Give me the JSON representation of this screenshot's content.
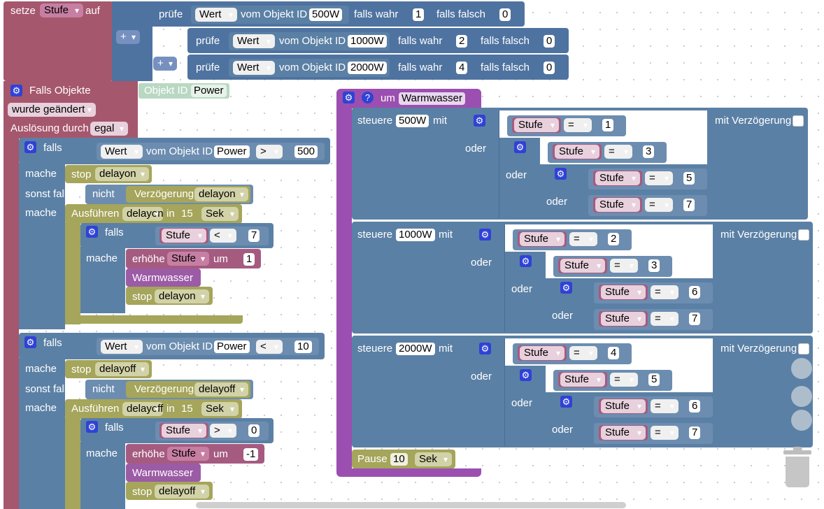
{
  "setze": {
    "label": "setze",
    "var": "Stufe",
    "auf": "auf"
  },
  "pruefe_rows": [
    {
      "pruefe": "prüfe",
      "wert": "Wert",
      "vom": "vom Objekt ID",
      "id": "500W",
      "wahr": "falls wahr",
      "wahr_val": "1",
      "falsch": "falls falsch",
      "falsch_val": "0"
    },
    {
      "pruefe": "prüfe",
      "wert": "Wert",
      "vom": "vom Objekt ID",
      "id": "1000W",
      "wahr": "falls wahr",
      "wahr_val": "2",
      "falsch": "falls falsch",
      "falsch_val": "0"
    },
    {
      "pruefe": "prüfe",
      "wert": "Wert",
      "vom": "vom Objekt ID",
      "id": "2000W",
      "wahr": "falls wahr",
      "wahr_val": "4",
      "falsch": "falls falsch",
      "falsch_val": "0"
    }
  ],
  "plus": "+",
  "trigger": {
    "title": "Falls Objekte",
    "changed": "wurde geändert",
    "ausloesung": "Auslösung durch",
    "egal": "egal",
    "objid": "Objekt ID",
    "power": "Power"
  },
  "group_on": {
    "falls": "falls",
    "wert": "Wert",
    "vom": "vom Objekt ID",
    "id": "Power",
    "op": ">",
    "val": "500",
    "mache": "mache",
    "stop": "stop",
    "stop_var": "delayon",
    "sonst": "sonst falls",
    "nicht": "nicht",
    "verz": "Verzögerung",
    "verz_var": "delayon",
    "mache2": "mache",
    "ausf": "Ausführen",
    "ausf_var": "delayon",
    "in": "in",
    "sec": "15",
    "sek": "Sek",
    "inner_falls": "falls",
    "stufe": "Stufe",
    "op2": "<",
    "val2": "7",
    "mache3": "mache",
    "erhoehe": "erhöhe",
    "erh_var": "Stufe",
    "um": "um",
    "step": "1",
    "func": "Warmwasser",
    "stop2": "stop",
    "stop2_var": "delayon"
  },
  "group_off": {
    "falls": "falls",
    "wert": "Wert",
    "vom": "vom Objekt ID",
    "id": "Power",
    "op": "<",
    "val": "10",
    "mache": "mache",
    "stop": "stop",
    "stop_var": "delayoff",
    "sonst": "sonst falls",
    "nicht": "nicht",
    "verz": "Verzögerung",
    "verz_var": "delayoff",
    "mache2": "mache",
    "ausf": "Ausführen",
    "ausf_var": "delayoff",
    "in": "in",
    "sec": "15",
    "sek": "Sek",
    "inner_falls": "falls",
    "stufe": "Stufe",
    "op2": ">",
    "val2": "0",
    "mache3": "mache",
    "erhoehe": "erhöhe",
    "erh_var": "Stufe",
    "um": "um",
    "step": "-1",
    "func": "Warmwasser",
    "stop2": "stop",
    "stop2_var": "delayoff"
  },
  "func_def": {
    "um": "um",
    "name": "Warmwasser",
    "pause": "Pause",
    "pause_val": "10",
    "sek": "Sek"
  },
  "steuere": [
    {
      "label": "steuere",
      "dev": "500W",
      "mit": "mit",
      "verz": "mit Verzögerung",
      "conds": [
        [
          "Stufe",
          "=",
          "1"
        ],
        [
          "Stufe",
          "=",
          "3"
        ],
        [
          "Stufe",
          "=",
          "5"
        ],
        [
          "Stufe",
          "=",
          "7"
        ]
      ]
    },
    {
      "label": "steuere",
      "dev": "1000W",
      "mit": "mit",
      "verz": "mit Verzögerung",
      "conds": [
        [
          "Stufe",
          "=",
          "2"
        ],
        [
          "Stufe",
          "=",
          "3"
        ],
        [
          "Stufe",
          "=",
          "6"
        ],
        [
          "Stufe",
          "=",
          "7"
        ]
      ]
    },
    {
      "label": "steuere",
      "dev": "2000W",
      "mit": "mit",
      "verz": "mit Verzögerung",
      "conds": [
        [
          "Stufe",
          "=",
          "4"
        ],
        [
          "Stufe",
          "=",
          "5"
        ],
        [
          "Stufe",
          "=",
          "6"
        ],
        [
          "Stufe",
          "=",
          "7"
        ]
      ]
    }
  ],
  "oder": "oder",
  "icons": {
    "gear": "gear-icon",
    "help": "help-icon",
    "trash": "trash-icon"
  },
  "colors": {
    "variable": "#a55b80",
    "logic": "#5b80a5",
    "timeout": "#a5a55b",
    "function": "#995ba5",
    "trigger": "#b9d8c3"
  }
}
